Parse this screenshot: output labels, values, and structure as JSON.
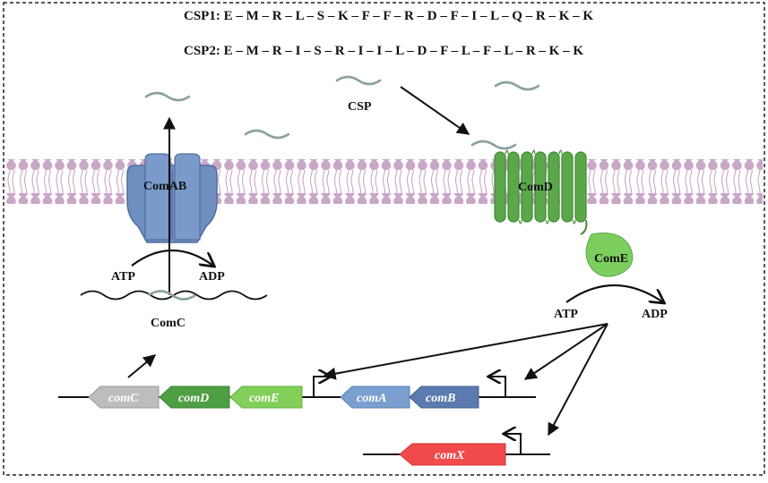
{
  "sequences": {
    "csp1": "CSP1: E – M – R – L – S – K – F – F – R – D – F – I – L – Q – R – K – K",
    "csp2": "CSP2: E – M – R – I – S – R – I – I – L – D – F – L – F – L – R – K – K"
  },
  "labels": {
    "csp": "CSP",
    "comab": "ComAB",
    "comd": "ComD",
    "come": "ComE",
    "comc": "ComC",
    "atp_left": "ATP",
    "adp_left": "ADP",
    "atp_right": "ATP",
    "adp_right": "ADP"
  },
  "genes": {
    "comC": "comC",
    "comD": "comD",
    "comE": "comE",
    "comA": "comA",
    "comB": "comB",
    "comX": "comX"
  },
  "colors": {
    "membrane": "#c9a7c7",
    "comab": "#6f8fc0",
    "comd": "#5aa84a",
    "come": "#7ccf5e",
    "peptide": "#8aa2a2",
    "comC_gene": "#bdbdbd",
    "comD_gene": "#4e9e43",
    "comE_gene": "#82cf5a",
    "comA_gene": "#7a9fd0",
    "comB_gene": "#5a7ab0",
    "comX_gene": "#f04a4a"
  }
}
